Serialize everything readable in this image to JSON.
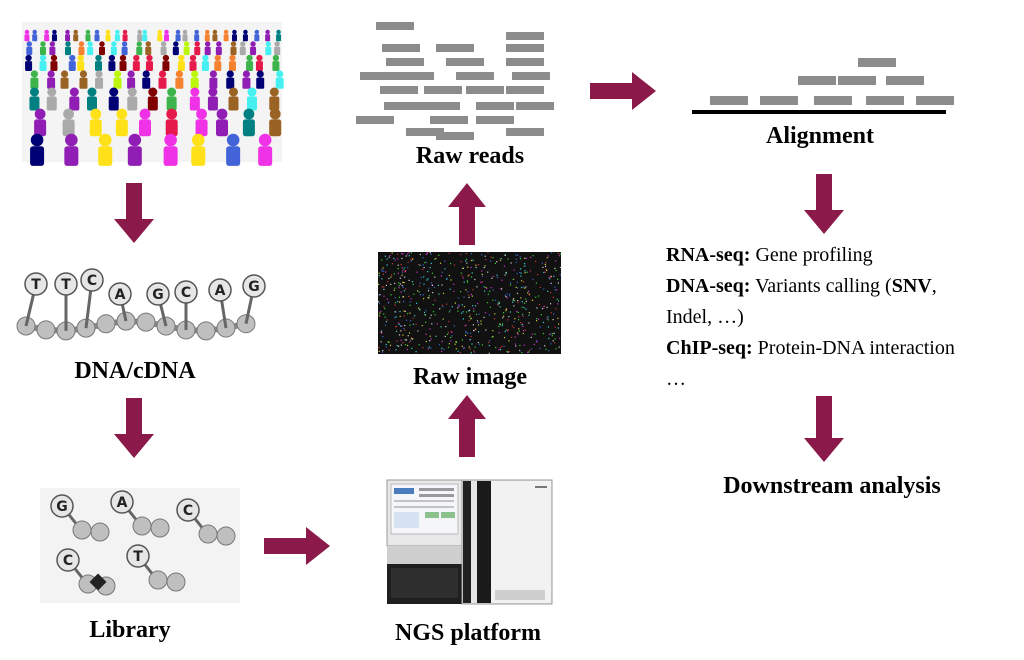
{
  "steps": {
    "dna": "DNA/cDNA",
    "library": "Library",
    "platform": "NGS platform",
    "image": "Raw image",
    "reads": "Raw reads",
    "alignment": "Alignment",
    "downstream": "Downstream analysis"
  },
  "dna_bases": [
    "T",
    "T",
    "C",
    "A",
    "G",
    "C",
    "A",
    "G"
  ],
  "library_bases": [
    "G",
    "A",
    "C",
    "C",
    "T"
  ],
  "applications": [
    {
      "name": "RNA-seq:",
      "desc": " Gene profiling"
    },
    {
      "name": "DNA-seq:",
      "desc": " Variants calling (",
      "desc_bold": "SNV",
      "desc_tail": ","
    },
    {
      "desc": "Indel, …)"
    },
    {
      "name": "ChIP-seq:",
      "desc": " Protein-DNA interaction"
    },
    {
      "desc": "…"
    }
  ],
  "colors": {
    "arrow": "#8b1a4a",
    "read": "#8c8c8c",
    "bead": "#bfbfbf"
  }
}
